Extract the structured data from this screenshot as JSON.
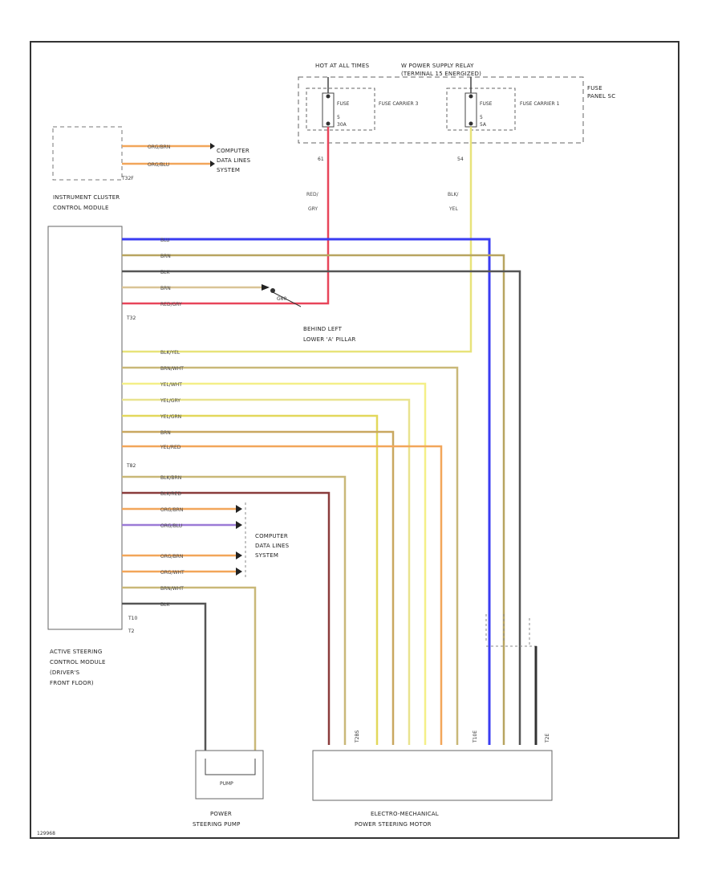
{
  "diagram": {
    "figure_id": "129968",
    "components": {
      "fuse_panel_sc": {
        "label_1": "FUSE",
        "label_2": "PANEL SC"
      },
      "hot_at_all_times": {
        "label": "HOT AT ALL TIMES"
      },
      "supply_relay": {
        "label_1": "W POWER SUPPLY RELAY",
        "label_2": "(TERMINAL 15 ENERGIZED)"
      },
      "fuse_a": {
        "name": "FUSE",
        "num": "5",
        "amp": "30A",
        "carrier": "FUSE CARRIER 3"
      },
      "fuse_b": {
        "name": "FUSE",
        "num": "5",
        "amp": "5A",
        "carrier": "FUSE CARRIER 1"
      },
      "instrument_cluster": {
        "label_1": "INSTRUMENT CLUSTER",
        "label_2": "CONTROL MODULE",
        "connector": "T32F"
      },
      "active_steering": {
        "label_1": "ACTIVE STEERING",
        "label_2": "CONTROL MODULE",
        "label_3": "(DRIVER'S",
        "label_4": "FRONT FLOOR)"
      },
      "connector_t32": "T32",
      "connector_t82": "T82",
      "connector_t10": "T10",
      "connector_t2": "T2",
      "ground": {
        "label_1": "BEHIND LEFT",
        "label_2": "LOWER 'A' PILLAR",
        "id": "G60"
      },
      "computer_data_1": {
        "label_1": "COMPUTER",
        "label_2": "DATA LINES",
        "label_3": "SYSTEM"
      },
      "computer_data_2": {
        "label_1": "COMPUTER",
        "label_2": "DATA LINES",
        "label_3": "SYSTEM"
      },
      "pump": {
        "label_1": "POWER",
        "label_2": "STEERING PUMP",
        "inner": "PUMP"
      },
      "motor": {
        "label_1": "ELECTRO-MECHANICAL",
        "label_2": "POWER STEERING MOTOR",
        "t_left": "T2BS",
        "t_mid": "T10E",
        "t_right": "T2E"
      },
      "supply_wires": {
        "red_label_1": "RED/",
        "red_label_2": "GRY",
        "yel_label_1": "BLK/",
        "yel_label_2": "YEL",
        "red_pin": "61",
        "yel_pin": "54"
      }
    },
    "wire_labels": {
      "icm_1": "ORG/BRN",
      "icm_2": "ORG/BLU",
      "w_blu": "BLU",
      "w_brn": "BRN",
      "w_blk": "BLK",
      "w_brn2": "BRN",
      "w_redgry": "RED/GRY",
      "w_blkyel": "BLK/YEL",
      "w_brnwht": "BRN/WHT",
      "w_yelwht": "YEL/WHT",
      "w_yelgry": "YEL/GRY",
      "w_yelgrn": "YEL/GRN",
      "w_brn3": "BRN",
      "w_yelred": "YEL/RED",
      "w_blkbrn": "BLK/BRN",
      "w_blkred": "BLK/RED",
      "w_orgbrn": "ORG/BRN",
      "w_orgblu": "ORG/BLU",
      "w_orgbrn2": "ORG/BRN",
      "w_orgwht": "ORG/WHT",
      "w_brnwht2": "BRN/WHT",
      "w_blk2": "BLK"
    },
    "colors": {
      "red": "#e8455a",
      "yellow": "#f0e96a",
      "blue": "#3a3cf2",
      "brown": "#b8a460",
      "gray": "#555555",
      "orange": "#f2a65a",
      "purple": "#9b7ad6",
      "maroon": "#8a3c3c",
      "lightyellow": "#f4ef88",
      "khaki": "#c9b878"
    }
  }
}
